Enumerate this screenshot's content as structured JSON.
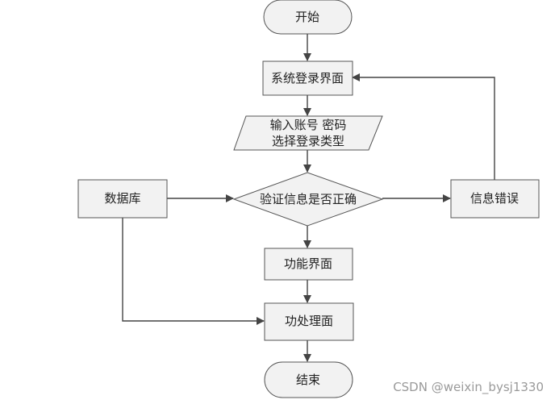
{
  "nodes": {
    "start": "开始",
    "login_page": "系统登录界面",
    "input_line1": "输入账号 密码",
    "input_line2": "选择登录类型",
    "database": "数据库",
    "validate": "验证信息是否正确",
    "error": "信息错误",
    "function_page": "功能界面",
    "process_page": "功处理面",
    "end": "结束"
  },
  "watermark": "CSDN @weixin_bysj1330"
}
